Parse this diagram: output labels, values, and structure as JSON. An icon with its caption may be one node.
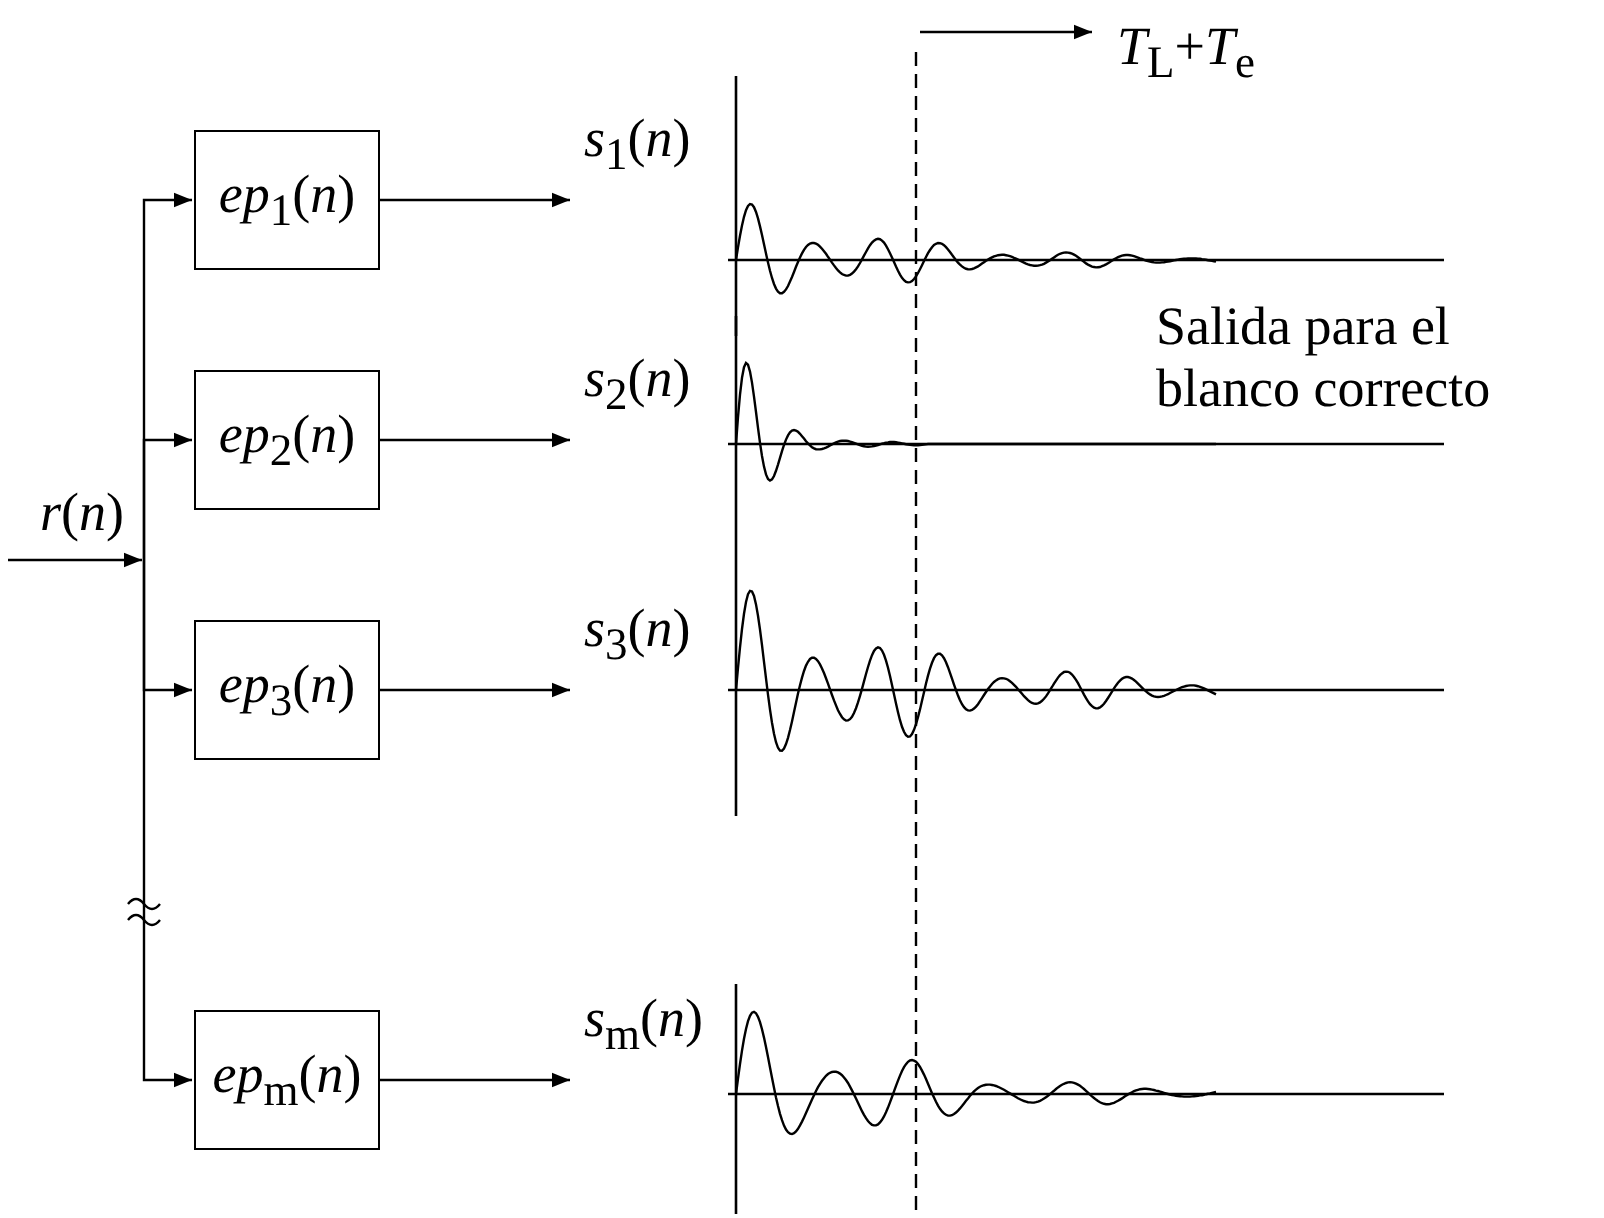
{
  "diagram": {
    "nodes": [
      {
        "text": [
          "*r*(*n*)"
        ]
      },
      {
        "text": [
          "*ep*$_{1}$(*n*)"
        ]
      },
      {
        "text": [
          "*ep*$_{2}$(*n*)"
        ]
      },
      {
        "text": [
          "*ep*$_{3}$(*n*)"
        ]
      },
      {
        "text": [
          "*ep*$_{m}$(*n*)"
        ]
      },
      {
        "text": [],
        "shape": "picture"
      },
      {
        "text": [],
        "shape": "picture"
      },
      {
        "text": [],
        "shape": "picture"
      },
      {
        "text": [],
        "shape": "picture"
      },
      {
        "text": [
          "*T*$_{L}$+*T*$_{e}$"
        ]
      }
    ],
    "edges": [
      {
        "from": null,
        "to": 0,
        "arrow": "to"
      },
      {
        "from": 0,
        "to": 1,
        "arrow": "to"
      },
      {
        "from": 0,
        "to": 2,
        "arrow": "to"
      },
      {
        "from": 0,
        "to": 3,
        "arrow": "to"
      },
      {
        "from": 0,
        "to": 4,
        "arrow": "to"
      },
      {
        "from": 1,
        "to": null,
        "arrow": "to",
        "label": "*s*$_{1}$(*n*)"
      },
      {
        "from": 2,
        "to": null,
        "arrow": "to",
        "label": "*s*$_{2}$(*n*)"
      },
      {
        "from": 3,
        "to": null,
        "arrow": "to",
        "label": "*s*$_{3}$(*n*)"
      },
      {
        "from": 4,
        "to": null,
        "arrow": "to",
        "label": "*s*$_{m}$(*n*)"
      },
      {
        "from": null,
        "to": 9,
        "arrow": "to"
      }
    ],
    "labels": [
      "Salida para el blanco correcto"
    ]
  }
}
